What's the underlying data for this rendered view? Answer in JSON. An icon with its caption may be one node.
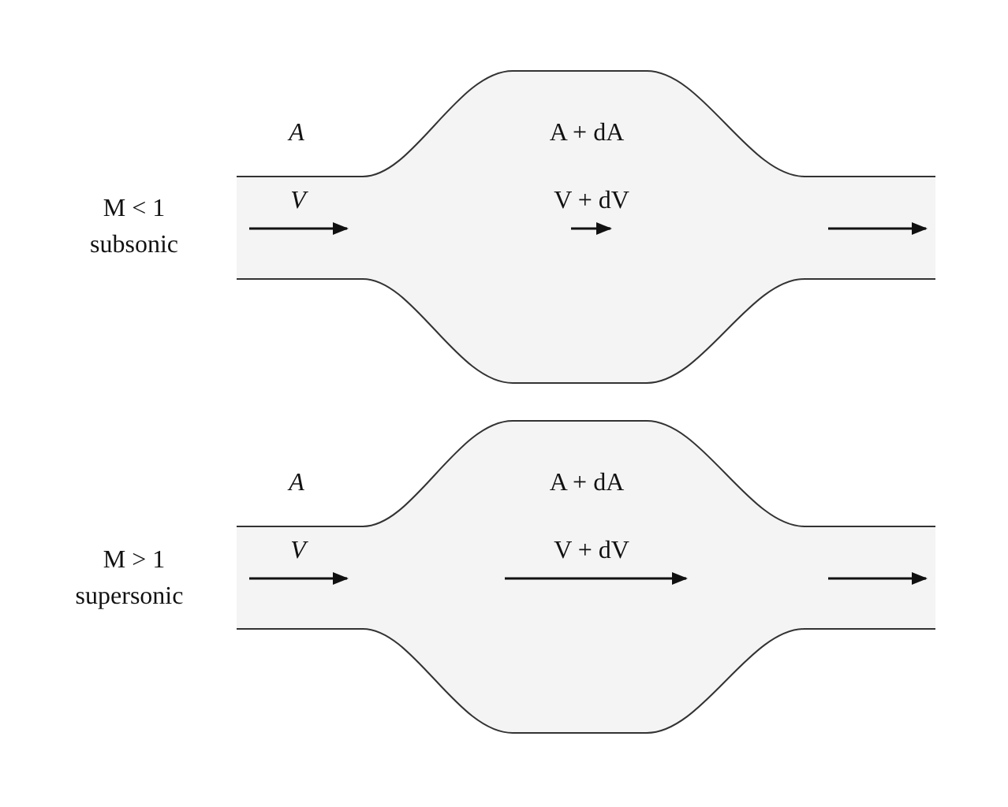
{
  "diagram": {
    "labels": [
      "A",
      "A + dA",
      "M < 1",
      "V",
      "V + dV",
      "subsonic",
      "A",
      "A + dA",
      "M > 1",
      "V",
      "V + dV",
      "supersonic"
    ]
  }
}
